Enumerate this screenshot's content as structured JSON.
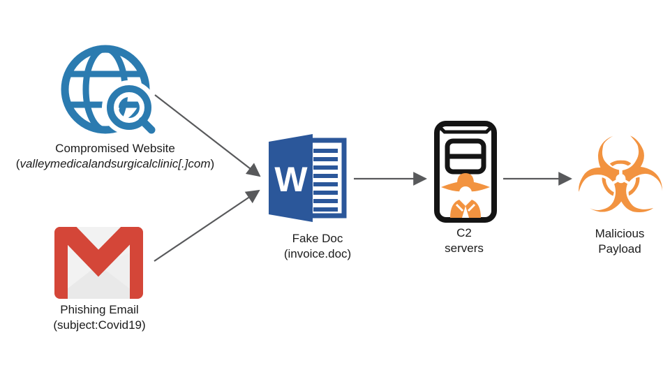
{
  "diagram": {
    "title": "Malware infection chain diagram",
    "colors": {
      "globe_blue": "#2B7BB0",
      "word_blue": "#2B579A",
      "gmail_red": "#D44638",
      "orange": "#F29340",
      "arrow_gray": "#58595B",
      "server_black": "#141414",
      "background": "#ffffff"
    },
    "icons": {
      "website": "globe-search-icon",
      "email": "gmail-icon",
      "doc": "word-icon",
      "c2": "server-spy-icon",
      "payload": "biohazard-icon"
    },
    "nodes": {
      "website": {
        "label": "Compromised Website",
        "sub_prefix": "(",
        "sub_italic": "valleymedicalandsurgicalclinic[.]com",
        "sub_suffix": ")"
      },
      "email": {
        "label": "Phishing Email",
        "sub": "(subject:Covid19)"
      },
      "doc": {
        "label": "Fake Doc",
        "sub": "(invoice.doc)",
        "letter": "W"
      },
      "c2": {
        "label": "C2",
        "sub": "servers"
      },
      "payload": {
        "label": "Malicious",
        "sub": "Payload",
        "glyph": "☣"
      }
    },
    "edges": [
      {
        "from": "website",
        "to": "doc"
      },
      {
        "from": "email",
        "to": "doc"
      },
      {
        "from": "doc",
        "to": "c2"
      },
      {
        "from": "c2",
        "to": "payload"
      }
    ]
  }
}
